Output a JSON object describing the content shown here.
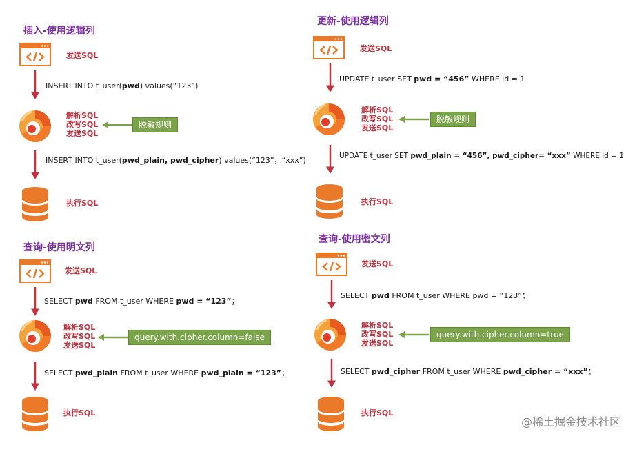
{
  "panels": [
    {
      "title": "插入-使用逻辑列",
      "send_sql": "发送SQL",
      "sql1_parts": [
        "INSERT INTO t_user(",
        "pwd",
        ") values(“123”)"
      ],
      "mid_lines": [
        "解析SQL",
        "改写SQL",
        "发送SQL"
      ],
      "rule": "脱敏规则",
      "sql2_parts": [
        "INSERT INTO t_user(",
        "pwd_plain, pwd_cipher",
        ") values(“123”，“xxx”)"
      ],
      "exec": "执行SQL"
    },
    {
      "title": "更新-使用逻辑列",
      "send_sql": "发送SQL",
      "sql1_parts": [
        "UPDATE t_user SET ",
        "pwd = “456”",
        " WHERE id = 1"
      ],
      "mid_lines": [
        "解析SQL",
        "改写SQL",
        "发送SQL"
      ],
      "rule": "脱敏规则",
      "sql2_parts": [
        "UPDATE t_user SET ",
        "pwd_plain = “456”, pwd_cipher= “xxx”",
        " WHERE id = 1"
      ],
      "exec": "执行SQL"
    },
    {
      "title": "查询-使用明文列",
      "send_sql": "发送SQL",
      "sql1_parts": [
        "SELECT ",
        "pwd",
        " FROM t_user WHERE ",
        "pwd = “123”",
        "；"
      ],
      "mid_lines": [
        "解析SQL",
        "改写SQL",
        "发送SQL"
      ],
      "rule": "query.with.cipher.column=false",
      "sql2_parts": [
        "SELECT ",
        "pwd_plain",
        " FROM t_user WHERE ",
        "pwd_plain = “123”",
        "；"
      ],
      "exec": "执行SQL"
    },
    {
      "title": "查询-使用密文列",
      "send_sql": "发送SQL",
      "sql1_parts": [
        "SELECT ",
        "pwd",
        " FROM t_user WHERE pwd = “123”；"
      ],
      "mid_lines": [
        "解析SQL",
        "改写SQL",
        "发送SQL"
      ],
      "rule": "query.with.cipher.column=true",
      "sql2_parts": [
        "SELECT ",
        "pwd_cipher",
        " FROM t_user WHERE ",
        "pwd_cipher = “xxx”",
        "；"
      ],
      "exec": "执行SQL"
    }
  ],
  "watermark": "@稀土掘金技术社区",
  "colors": {
    "title": "#7a2fa0",
    "red_label": "#c0343f",
    "icon_orange": "#ea7a2a",
    "arrow": "#c0343f",
    "rule_box": "#7aa34a"
  }
}
